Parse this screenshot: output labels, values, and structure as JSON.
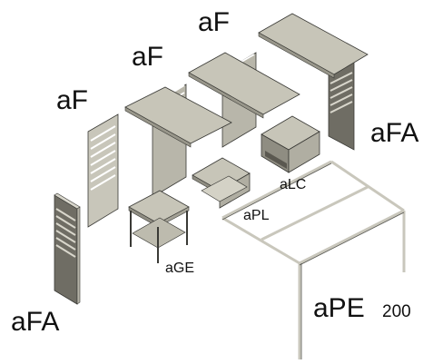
{
  "labels": {
    "af_left": "aF",
    "af_mid": "aF",
    "af_top": "aF",
    "afa_right": "aFA",
    "afa_left": "aFA",
    "alc": "aLC",
    "apl": "aPL",
    "age": "aGE",
    "ape_main": "aPE",
    "ape_size": "200"
  },
  "colors": {
    "panel_light": "#c7c5b8",
    "panel_mid": "#a9a79a",
    "panel_dark": "#7a786e",
    "frame": "#d9d7cc",
    "edge": "#3a3a36"
  }
}
